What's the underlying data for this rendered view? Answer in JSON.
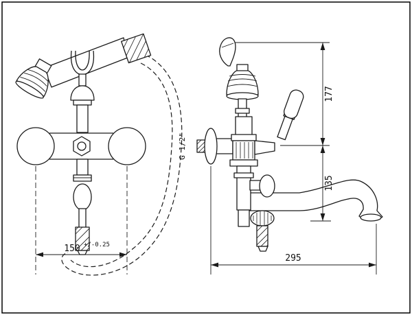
{
  "dims": {
    "center_distance": "150",
    "center_tolerance": "+/-0.25",
    "overall_length": "295",
    "upper_height": "177",
    "lower_height": "135",
    "thread_label": "G 1/2\""
  },
  "colors": {
    "line": "#1a1a1a",
    "background": "#ffffff"
  }
}
